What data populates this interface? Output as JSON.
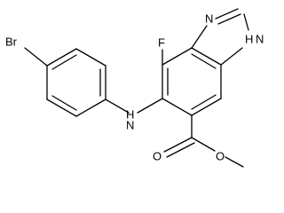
{
  "molecule": {
    "atoms": {
      "bromine": "Br",
      "fluorine": "F",
      "amine_nh": "H",
      "amine_n": "N",
      "imidazole_n3": "N",
      "imidazole_n1h": "H",
      "imidazole_n1": "N",
      "ester_o_single": "O",
      "ester_o_double": "O"
    }
  },
  "colors": {
    "bond": "#000000",
    "label": "#000000",
    "background": "#ffffff"
  }
}
